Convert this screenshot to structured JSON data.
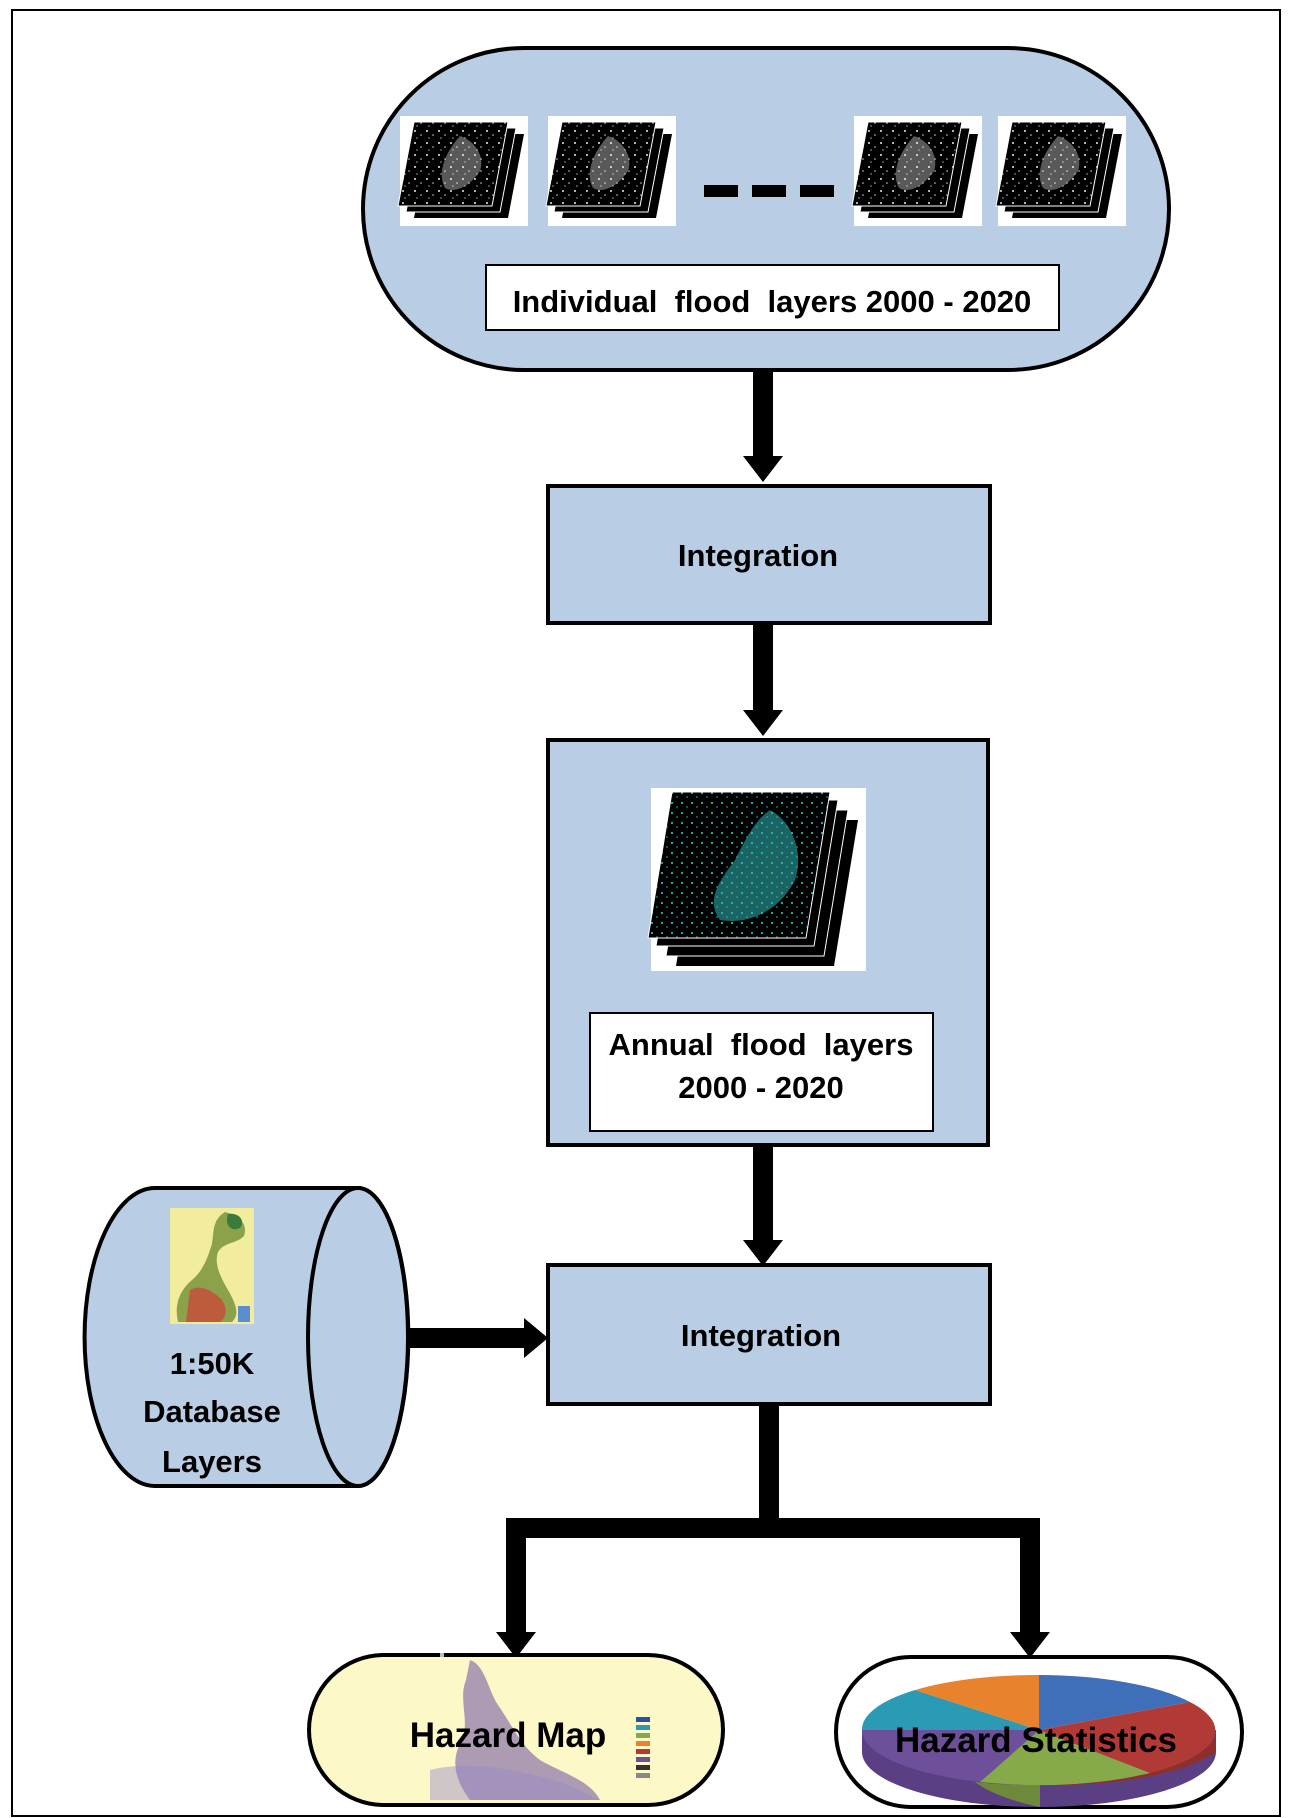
{
  "colors": {
    "box_fill": "#b9cde4",
    "terminal_fill": "#fcf8c8",
    "stroke": "#000000",
    "flood_white": "#e8e8e8",
    "flood_cyan": "#2fb7b7",
    "map_yellow": "#f2ec9e",
    "map_purple": "#6a4ea0",
    "pie_blue": "#3f6fb8",
    "pie_red": "#b13a37",
    "pie_green": "#86a94a",
    "pie_purple": "#6d4f9a",
    "pie_cyan": "#2b9bb5",
    "pie_orange": "#e8822c"
  },
  "nodes": {
    "input_layers": {
      "label": "Individual  flood  layers 2000 - 2020"
    },
    "integration_1": {
      "label": "Integration"
    },
    "annual_layers": {
      "label_line1": "Annual  flood  layers",
      "label_line2": "2000 - 2020"
    },
    "database": {
      "line1": "1:50K",
      "line2": "Database",
      "line3": "Layers"
    },
    "integration_2": {
      "label": "Integration"
    },
    "hazard_map": {
      "label": "Hazard Map"
    },
    "hazard_statistics": {
      "label": "Hazard Statistics"
    }
  },
  "icons": {
    "flood_stack": "stacked-flood-raster-icon",
    "annual_stack": "stacked-annual-flood-raster-icon",
    "state_map": "state-database-map-icon",
    "hazard_map_thumb": "hazard-map-thumbnail-icon",
    "pie_chart": "3d-pie-chart-icon"
  },
  "connectors": [
    "input-to-integration",
    "integration-to-annual",
    "annual-to-integration",
    "database-to-integration",
    "integration-to-outputs"
  ]
}
